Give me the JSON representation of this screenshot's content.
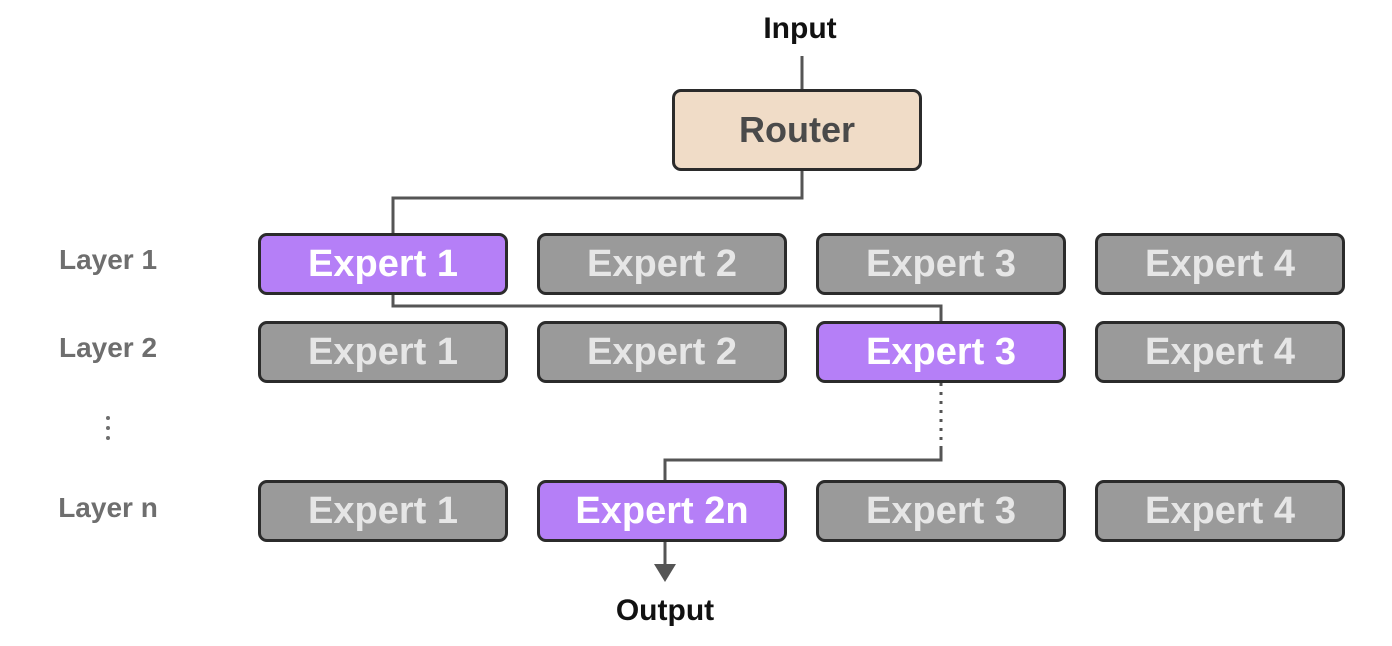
{
  "input_label": "Input",
  "output_label": "Output",
  "router_label": "Router",
  "layers": [
    {
      "label": "Layer 1",
      "experts": [
        {
          "label": "Expert 1",
          "active": true
        },
        {
          "label": "Expert 2",
          "active": false
        },
        {
          "label": "Expert 3",
          "active": false
        },
        {
          "label": "Expert 4",
          "active": false
        }
      ]
    },
    {
      "label": "Layer 2",
      "experts": [
        {
          "label": "Expert 1",
          "active": false
        },
        {
          "label": "Expert 2",
          "active": false
        },
        {
          "label": "Expert 3",
          "active": true
        },
        {
          "label": "Expert 4",
          "active": false
        }
      ]
    },
    {
      "label": "Layer n",
      "experts": [
        {
          "label": "Expert 1",
          "active": false
        },
        {
          "label": "Expert 2n",
          "active": true
        },
        {
          "label": "Expert 3",
          "active": false
        },
        {
          "label": "Expert 4",
          "active": false
        }
      ]
    }
  ],
  "colors": {
    "router_fill": "#f0dcc7",
    "active_fill": "#b57ff7",
    "inactive_fill": "#9a9a9a",
    "border": "#2b2b2b",
    "connector": "#555555"
  }
}
